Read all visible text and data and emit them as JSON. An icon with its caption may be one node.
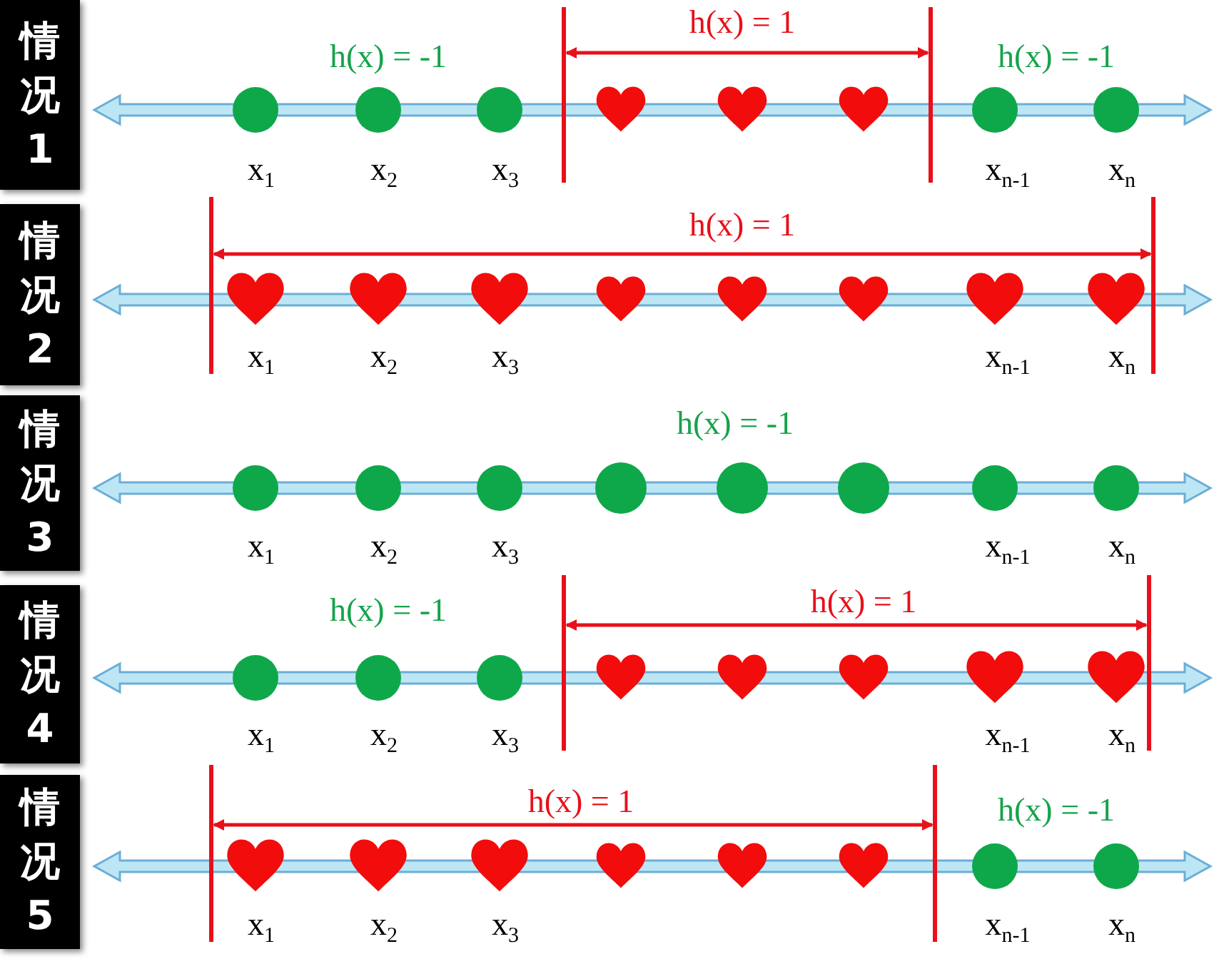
{
  "diagram": {
    "nodes": [
      {
        "text": [
          "情况1"
        ]
      },
      {
        "text": [
          "情况2"
        ]
      },
      {
        "text": [
          "情况3"
        ]
      },
      {
        "text": [
          "情况4"
        ]
      },
      {
        "text": [
          "情况5"
        ]
      }
    ],
    "labels": [
      "h(x) = 1",
      "h(x) = -1",
      "h(x) = -1",
      "x$_{1}$",
      "x$_{2}$",
      "x$_{3}$",
      "x$_{n-1}$",
      "x$_{n}$",
      "h(x) = 1",
      "x$_{1}$",
      "x$_{2}$",
      "x$_{3}$",
      "x$_{n-1}$",
      "x$_{n}$",
      "h(x) = -1",
      "x$_{1}$",
      "x$_{2}$",
      "x$_{3}$",
      "x$_{n-1}$",
      "x$_{n}$",
      "h(x) = -1",
      "h(x) = 1",
      "x$_{1}$",
      "x$_{2}$",
      "x$_{3}$",
      "x$_{n-1}$",
      "x$_{n}$",
      "h(x) = 1",
      "h(x) = -1",
      "x$_{1}$",
      "x$_{2}$",
      "x$_{3}$",
      "x$_{n-1}$",
      "x$_{n}$"
    ]
  }
}
